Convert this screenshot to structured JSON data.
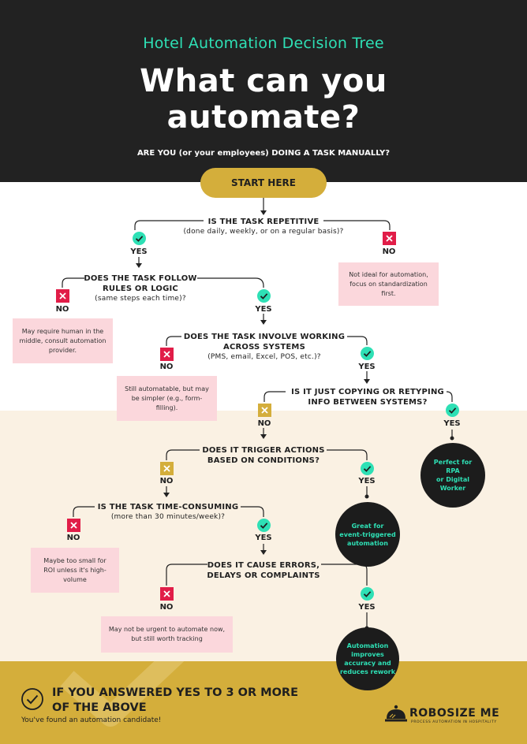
{
  "header": {
    "subtitle": "Hotel Automation Decision Tree",
    "title_line1": "What can you",
    "title_line2": "automate?",
    "prompt": "ARE YOU (or your employees) DOING A TASK MANUALLY?",
    "start_label": "START HERE"
  },
  "labels": {
    "yes": "YES",
    "no": "NO"
  },
  "questions": {
    "q1": {
      "title": "IS THE TASK REPETITIVE",
      "sub": "(done daily, weekly, or on a regular basis)?"
    },
    "q2": {
      "title_l1": "DOES THE TASK FOLLOW",
      "title_l2": "RULES OR LOGIC",
      "sub": "(same steps each time)?"
    },
    "q3": {
      "title_l1": "DOES THE TASK INVOLVE WORKING",
      "title_l2": "ACROSS SYSTEMS",
      "sub": "(PMS, email, Excel, POS, etc.)?"
    },
    "q4": {
      "title_l1": "IS IT JUST COPYING OR RETYPING",
      "title_l2": "INFO BETWEEN SYSTEMS?"
    },
    "q5": {
      "title_l1": "DOES IT TRIGGER ACTIONS",
      "title_l2": "BASED ON CONDITIONS?"
    },
    "q6": {
      "title": "IS THE TASK TIME-CONSUMING",
      "sub": "(more than 30 minutes/week)?"
    },
    "q7": {
      "title_l1": "DOES IT CAUSE ERRORS,",
      "title_l2": "DELAYS OR COMPLAINTS"
    }
  },
  "notes": {
    "n1": "Not ideal for automation, focus on standardization first.",
    "n2": "May require human in the middle, consult automation provider.",
    "n3": "Still automatable, but may be simpler (e.g., form-filling).",
    "n4": "Maybe too small for ROI unless it's high-volume",
    "n5": "May not be urgent to automate now, but still worth tracking"
  },
  "results": {
    "r1": [
      "Perfect for",
      "RPA",
      "or Digital",
      "Worker"
    ],
    "r2": [
      "Great for",
      "event-triggered",
      "automation"
    ],
    "r3": [
      "Automation",
      "improves",
      "accuracy and",
      "reduces rework"
    ]
  },
  "footer": {
    "conclusion_l1": "IF YOU ANSWERED YES TO 3 OR MORE",
    "conclusion_l2": "OF THE ABOVE",
    "conclusion_sub": "You've found an automation candidate!",
    "brand": "ROBOSIZE ME",
    "tagline": "PROCESS AUTOMATION IN HOSPITALITY"
  },
  "colors": {
    "dark": "#222222",
    "teal": "#2ee0b5",
    "gold": "#d4ae3b",
    "red": "#e11d48",
    "pink": "#fbd7dc",
    "beige": "#faf1e3"
  },
  "icons": [
    "check-icon",
    "cross-icon",
    "check-circle-icon",
    "bell-logo-icon"
  ]
}
